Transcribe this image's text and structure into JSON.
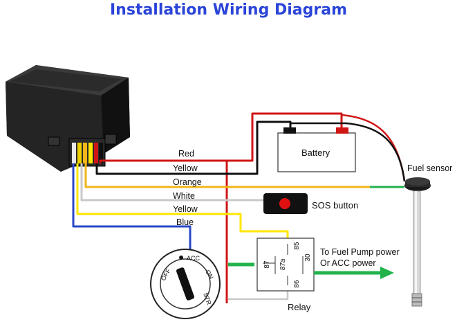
{
  "title": "Installation Wiring Diagram",
  "wires": {
    "red": "Red",
    "yellow_top": "Yellow",
    "orange": "Orange",
    "white": "White",
    "yellow_bottom": "Yellow",
    "blue": "Blue"
  },
  "components": {
    "battery": "Battery",
    "sos_button": "SOS button",
    "fuel_sensor": "Fuel sensor",
    "relay": "Relay",
    "fuel_pump_line1": "To Fuel Pump power",
    "fuel_pump_line2": "Or ACC power"
  },
  "relay_pins": {
    "p85": "85",
    "p87": "87",
    "p87a": "87a",
    "p30": "30",
    "p86": "86"
  },
  "ignition": {
    "acc": "ACC",
    "off": "OFF",
    "on": "ON",
    "str": "STR"
  },
  "colors": {
    "title": "#2a44d8",
    "red": "#d01515",
    "black": "#111111",
    "orange": "#f2b51a",
    "white": "#c8c8c8",
    "yellow": "#ffe600",
    "blue": "#2a47c9",
    "green": "#22b24c"
  }
}
